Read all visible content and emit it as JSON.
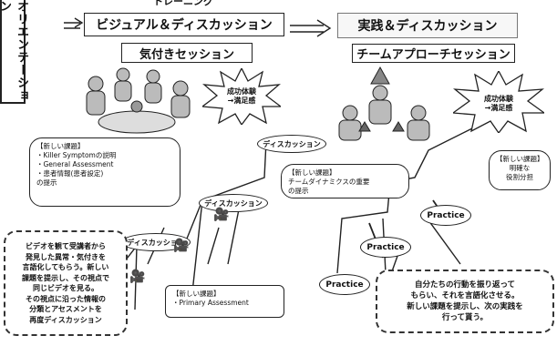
{
  "top_cut_label": "トレーニング",
  "side_title": "オリエンテーション",
  "left_header": "ビジュアル＆ディスカッション",
  "right_header": "実践＆ディスカッション",
  "left_sub": "気付きセッション",
  "right_sub": "チームアプローチセッション",
  "burst_left": "成功体験\n→満足感",
  "burst_right": "成功体験\n→満足感",
  "note1": {
    "title": "【新しい課題】",
    "lines": [
      "・Killer Symptomの説明",
      "・General Assessment",
      "・患者情報(患者設定)",
      "の提示"
    ]
  },
  "note2": {
    "title": "【新しい課題】",
    "lines": [
      "・Primary Assessment"
    ]
  },
  "note3": {
    "title": "【新しい課題】",
    "lines": [
      "チームダイナミクスの重要",
      "の提示"
    ]
  },
  "note4": {
    "title": "【新しい課題】",
    "lines": [
      "明確な",
      "役割分担"
    ]
  },
  "discussion": "ディスカッション",
  "practice": "Practice",
  "dash_left": "ビデオを観て受講者から\n発見した異常・気付きを\n言語化してもらう。新しい\n課題を提示し、その視点で\n同じビデオを見る。\nその視点に沿った情報の\n分類とアセスメントを\n再度ディスカッション",
  "dash_right": "自分たちの行動を振り返って\nもらい、それを言語化させる。\n新しい課題を提示し、次の実践を\n行って貰う。",
  "colors": {
    "ink": "#222222",
    "paper": "#ffffff"
  }
}
